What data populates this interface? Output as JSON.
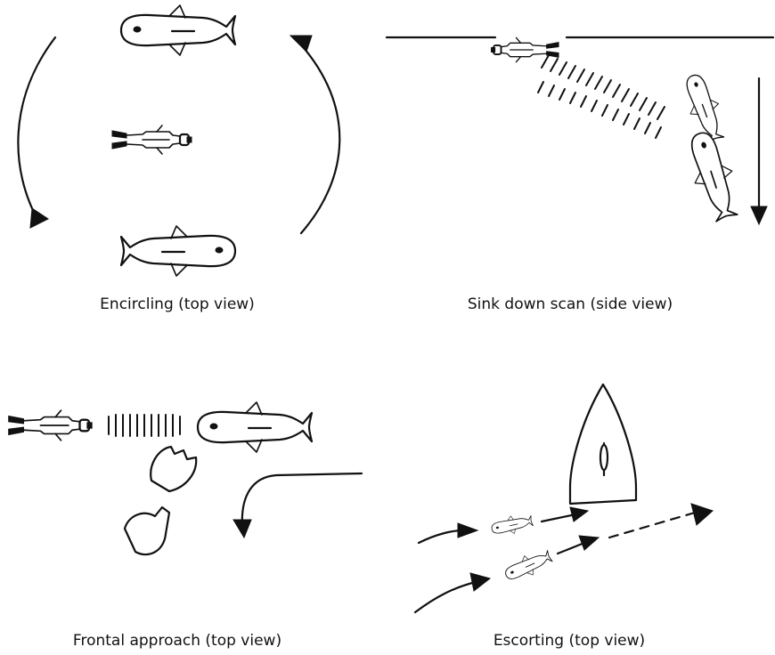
{
  "panels": [
    {
      "id": "encircling",
      "caption": "Encircling (top view)"
    },
    {
      "id": "sink-down",
      "caption": "Sink down scan (side view)"
    },
    {
      "id": "frontal",
      "caption": "Frontal approach (top view)"
    },
    {
      "id": "escorting",
      "caption": "Escorting (top view)"
    }
  ]
}
